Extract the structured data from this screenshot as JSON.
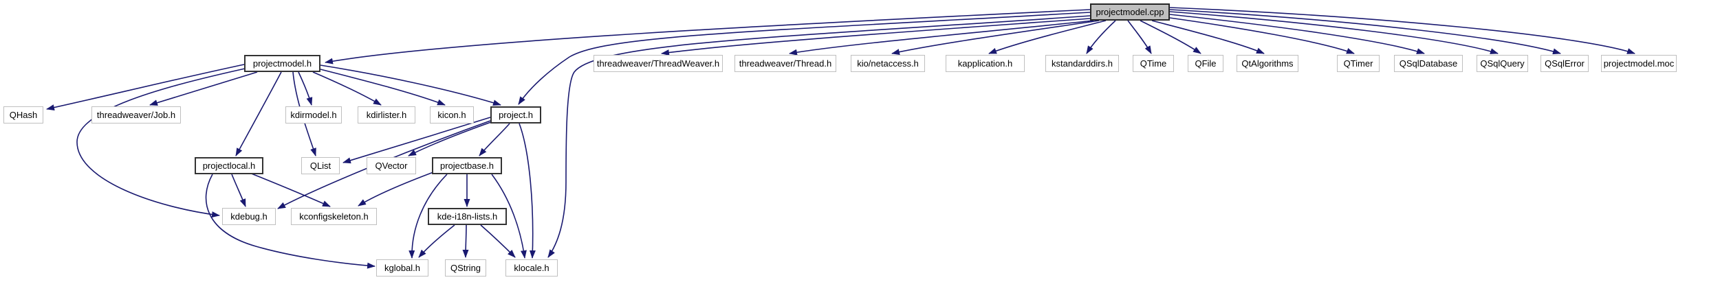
{
  "diagram": {
    "type": "include-dependency-graph",
    "root_file": "projectmodel.cpp",
    "background": "#ffffff"
  },
  "colors": {
    "edge": "#191970",
    "plain_node_border": "#bfbfbf",
    "documented_node_border": "#333333",
    "root_node_fill": "#bfbfbf",
    "text": "#000000"
  },
  "nodes": {
    "projectmodel_cpp": {
      "label": "projectmodel.cpp"
    },
    "projectmodel_h": {
      "label": "projectmodel.h"
    },
    "threadweaver_threadweaver_h": {
      "label": "threadweaver/ThreadWeaver.h"
    },
    "threadweaver_thread_h": {
      "label": "threadweaver/Thread.h"
    },
    "kio_netaccess_h": {
      "label": "kio/netaccess.h"
    },
    "kapplication_h": {
      "label": "kapplication.h"
    },
    "kstandarddirs_h": {
      "label": "kstandarddirs.h"
    },
    "qtime": {
      "label": "QTime"
    },
    "qfile": {
      "label": "QFile"
    },
    "qtalgorithms": {
      "label": "QtAlgorithms"
    },
    "qtimer": {
      "label": "QTimer"
    },
    "qsqldatabase": {
      "label": "QSqlDatabase"
    },
    "qsqlquery": {
      "label": "QSqlQuery"
    },
    "qsqlerror": {
      "label": "QSqlError"
    },
    "projectmodel_moc": {
      "label": "projectmodel.moc"
    },
    "qhash": {
      "label": "QHash"
    },
    "threadweaver_job_h": {
      "label": "threadweaver/Job.h"
    },
    "kdirmodel_h": {
      "label": "kdirmodel.h"
    },
    "kdirlister_h": {
      "label": "kdirlister.h"
    },
    "kicon_h": {
      "label": "kicon.h"
    },
    "project_h": {
      "label": "project.h"
    },
    "projectlocal_h": {
      "label": "projectlocal.h"
    },
    "qlist": {
      "label": "QList"
    },
    "qvector": {
      "label": "QVector"
    },
    "projectbase_h": {
      "label": "projectbase.h"
    },
    "kdebug_h": {
      "label": "kdebug.h"
    },
    "kconfigskeleton_h": {
      "label": "kconfigskeleton.h"
    },
    "kde_i18n_lists_h": {
      "label": "kde-i18n-lists.h"
    },
    "kglobal_h": {
      "label": "kglobal.h"
    },
    "qstring": {
      "label": "QString"
    },
    "klocale_h": {
      "label": "klocale.h"
    }
  },
  "edges": [
    {
      "from": "projectmodel_cpp",
      "to": "projectmodel_h"
    },
    {
      "from": "projectmodel_cpp",
      "to": "project_h"
    },
    {
      "from": "projectmodel_cpp",
      "to": "klocale_h"
    },
    {
      "from": "projectmodel_cpp",
      "to": "threadweaver_threadweaver_h"
    },
    {
      "from": "projectmodel_cpp",
      "to": "threadweaver_thread_h"
    },
    {
      "from": "projectmodel_cpp",
      "to": "kio_netaccess_h"
    },
    {
      "from": "projectmodel_cpp",
      "to": "kapplication_h"
    },
    {
      "from": "projectmodel_cpp",
      "to": "kstandarddirs_h"
    },
    {
      "from": "projectmodel_cpp",
      "to": "qtime"
    },
    {
      "from": "projectmodel_cpp",
      "to": "qfile"
    },
    {
      "from": "projectmodel_cpp",
      "to": "qtalgorithms"
    },
    {
      "from": "projectmodel_cpp",
      "to": "qtimer"
    },
    {
      "from": "projectmodel_cpp",
      "to": "qsqldatabase"
    },
    {
      "from": "projectmodel_cpp",
      "to": "qsqlquery"
    },
    {
      "from": "projectmodel_cpp",
      "to": "qsqlerror"
    },
    {
      "from": "projectmodel_cpp",
      "to": "projectmodel_moc"
    },
    {
      "from": "projectmodel_h",
      "to": "qhash"
    },
    {
      "from": "projectmodel_h",
      "to": "threadweaver_job_h"
    },
    {
      "from": "projectmodel_h",
      "to": "kdebug_h"
    },
    {
      "from": "projectmodel_h",
      "to": "projectlocal_h"
    },
    {
      "from": "projectmodel_h",
      "to": "qlist"
    },
    {
      "from": "projectmodel_h",
      "to": "kdirmodel_h"
    },
    {
      "from": "projectmodel_h",
      "to": "kdirlister_h"
    },
    {
      "from": "projectmodel_h",
      "to": "kicon_h"
    },
    {
      "from": "projectmodel_h",
      "to": "project_h"
    },
    {
      "from": "project_h",
      "to": "qlist"
    },
    {
      "from": "project_h",
      "to": "qvector"
    },
    {
      "from": "project_h",
      "to": "projectbase_h"
    },
    {
      "from": "project_h",
      "to": "kdebug_h"
    },
    {
      "from": "project_h",
      "to": "klocale_h"
    },
    {
      "from": "projectlocal_h",
      "to": "kdebug_h"
    },
    {
      "from": "projectlocal_h",
      "to": "kconfigskeleton_h"
    },
    {
      "from": "projectlocal_h",
      "to": "kglobal_h"
    },
    {
      "from": "projectbase_h",
      "to": "kconfigskeleton_h"
    },
    {
      "from": "projectbase_h",
      "to": "kde_i18n_lists_h"
    },
    {
      "from": "projectbase_h",
      "to": "kglobal_h"
    },
    {
      "from": "projectbase_h",
      "to": "klocale_h"
    },
    {
      "from": "kde_i18n_lists_h",
      "to": "kglobal_h"
    },
    {
      "from": "kde_i18n_lists_h",
      "to": "qstring"
    },
    {
      "from": "kde_i18n_lists_h",
      "to": "klocale_h"
    }
  ]
}
